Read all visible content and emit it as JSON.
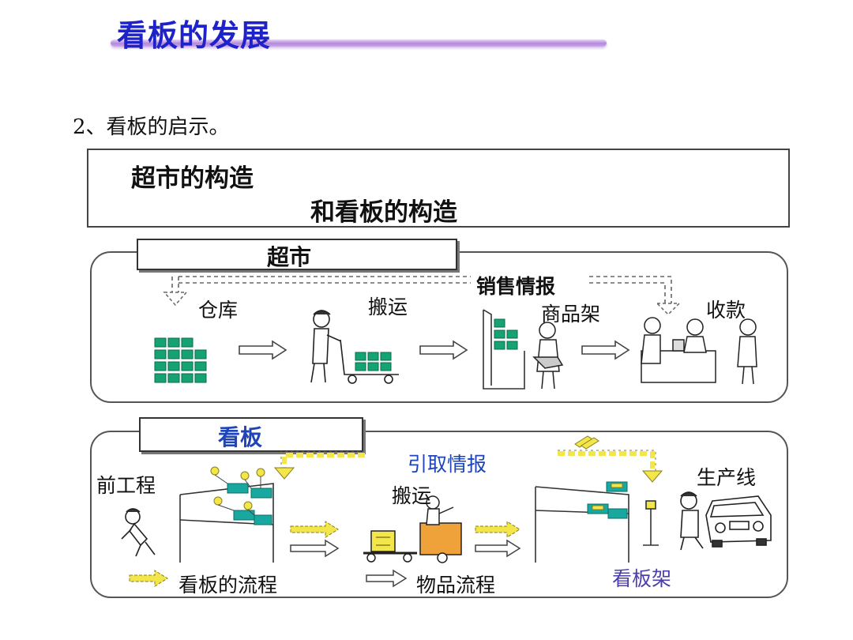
{
  "slide": {
    "title": "看板的发展",
    "subtitle": "2、看板的启示。"
  },
  "header": {
    "line1": "超市的构造",
    "line2": "和看板的构造"
  },
  "supermarket": {
    "tab_label": "超市",
    "sales_info": "销售情报",
    "warehouse": "仓库",
    "transport": "搬运",
    "shelf": "商品架",
    "checkout": "收款"
  },
  "kanban": {
    "tab_label": "看板",
    "pull_info": "引取情报",
    "prev_process": "前工程",
    "transport": "搬运",
    "production_line": "生产线",
    "kanban_rack": "看板架",
    "legend_kanban_flow": "看板的流程",
    "legend_goods_flow": "物品流程"
  },
  "colors": {
    "title_blue": "#1d22c9",
    "box_green": "#15a374",
    "cart_orange": "#f0a23a",
    "kanban_yellow": "#f2e64a",
    "label_blue": "#1e44b8"
  }
}
